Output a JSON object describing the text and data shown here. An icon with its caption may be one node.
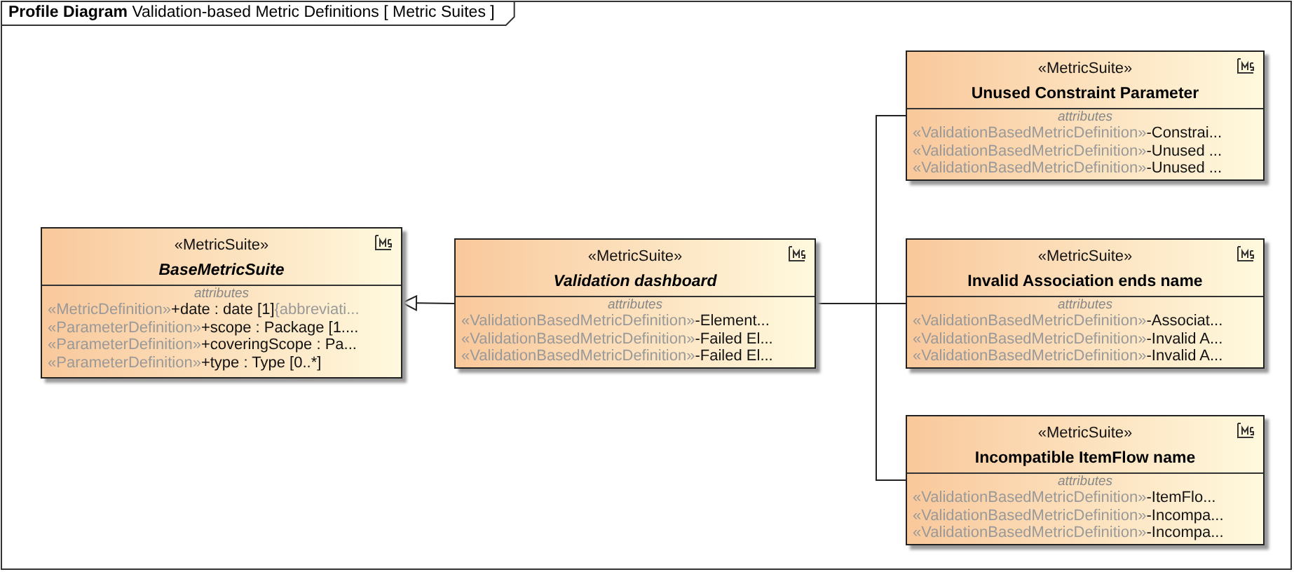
{
  "diagram": {
    "title": "**Profile Diagram** Validation-based Metric Definitions [ Metric Suites ]",
    "nodes": [
      {
        "text": [
          "«MetricSuite»",
          "BaseMetricSuite",
          "attributes",
          "«MetricDefinition»+date : date [1]{abbreviati...",
          "«ParameterDefinition»+scope : Package [1....",
          "«ParameterDefinition»+coveringScope : Pa...",
          "«ParameterDefinition»+type : Type [0..*]"
        ]
      },
      {
        "text": [
          "«MetricSuite»",
          "Validation dashboard",
          "attributes",
          "«ValidationBasedMetricDefinition»-Element...",
          "«ValidationBasedMetricDefinition»-Failed El...",
          "«ValidationBasedMetricDefinition»-Failed El..."
        ]
      },
      {
        "text": [
          "«MetricSuite»",
          "Unused Constraint Parameter",
          "attributes",
          "«ValidationBasedMetricDefinition»-Constrai...",
          "«ValidationBasedMetricDefinition»-Unused ...",
          "«ValidationBasedMetricDefinition»-Unused ..."
        ]
      },
      {
        "text": [
          "«MetricSuite»",
          "Invalid Association ends name",
          "attributes",
          "«ValidationBasedMetricDefinition»-Associat...",
          "«ValidationBasedMetricDefinition»-Invalid A...",
          "«ValidationBasedMetricDefinition»-Invalid A..."
        ]
      },
      {
        "text": [
          "«MetricSuite»",
          "Incompatible ItemFlow name",
          "attributes",
          "«ValidationBasedMetricDefinition»-ItemFlo...",
          "«ValidationBasedMetricDefinition»-Incompa...",
          "«ValidationBasedMetricDefinition»-Incompa..."
        ]
      }
    ],
    "edges": [
      {
        "from": 1,
        "to": 0,
        "arrow": "to"
      },
      {
        "from": 2,
        "to": 1,
        "arrow": "none"
      },
      {
        "from": 3,
        "to": 1,
        "arrow": "none"
      },
      {
        "from": 4,
        "to": 1,
        "arrow": "none"
      }
    ]
  }
}
